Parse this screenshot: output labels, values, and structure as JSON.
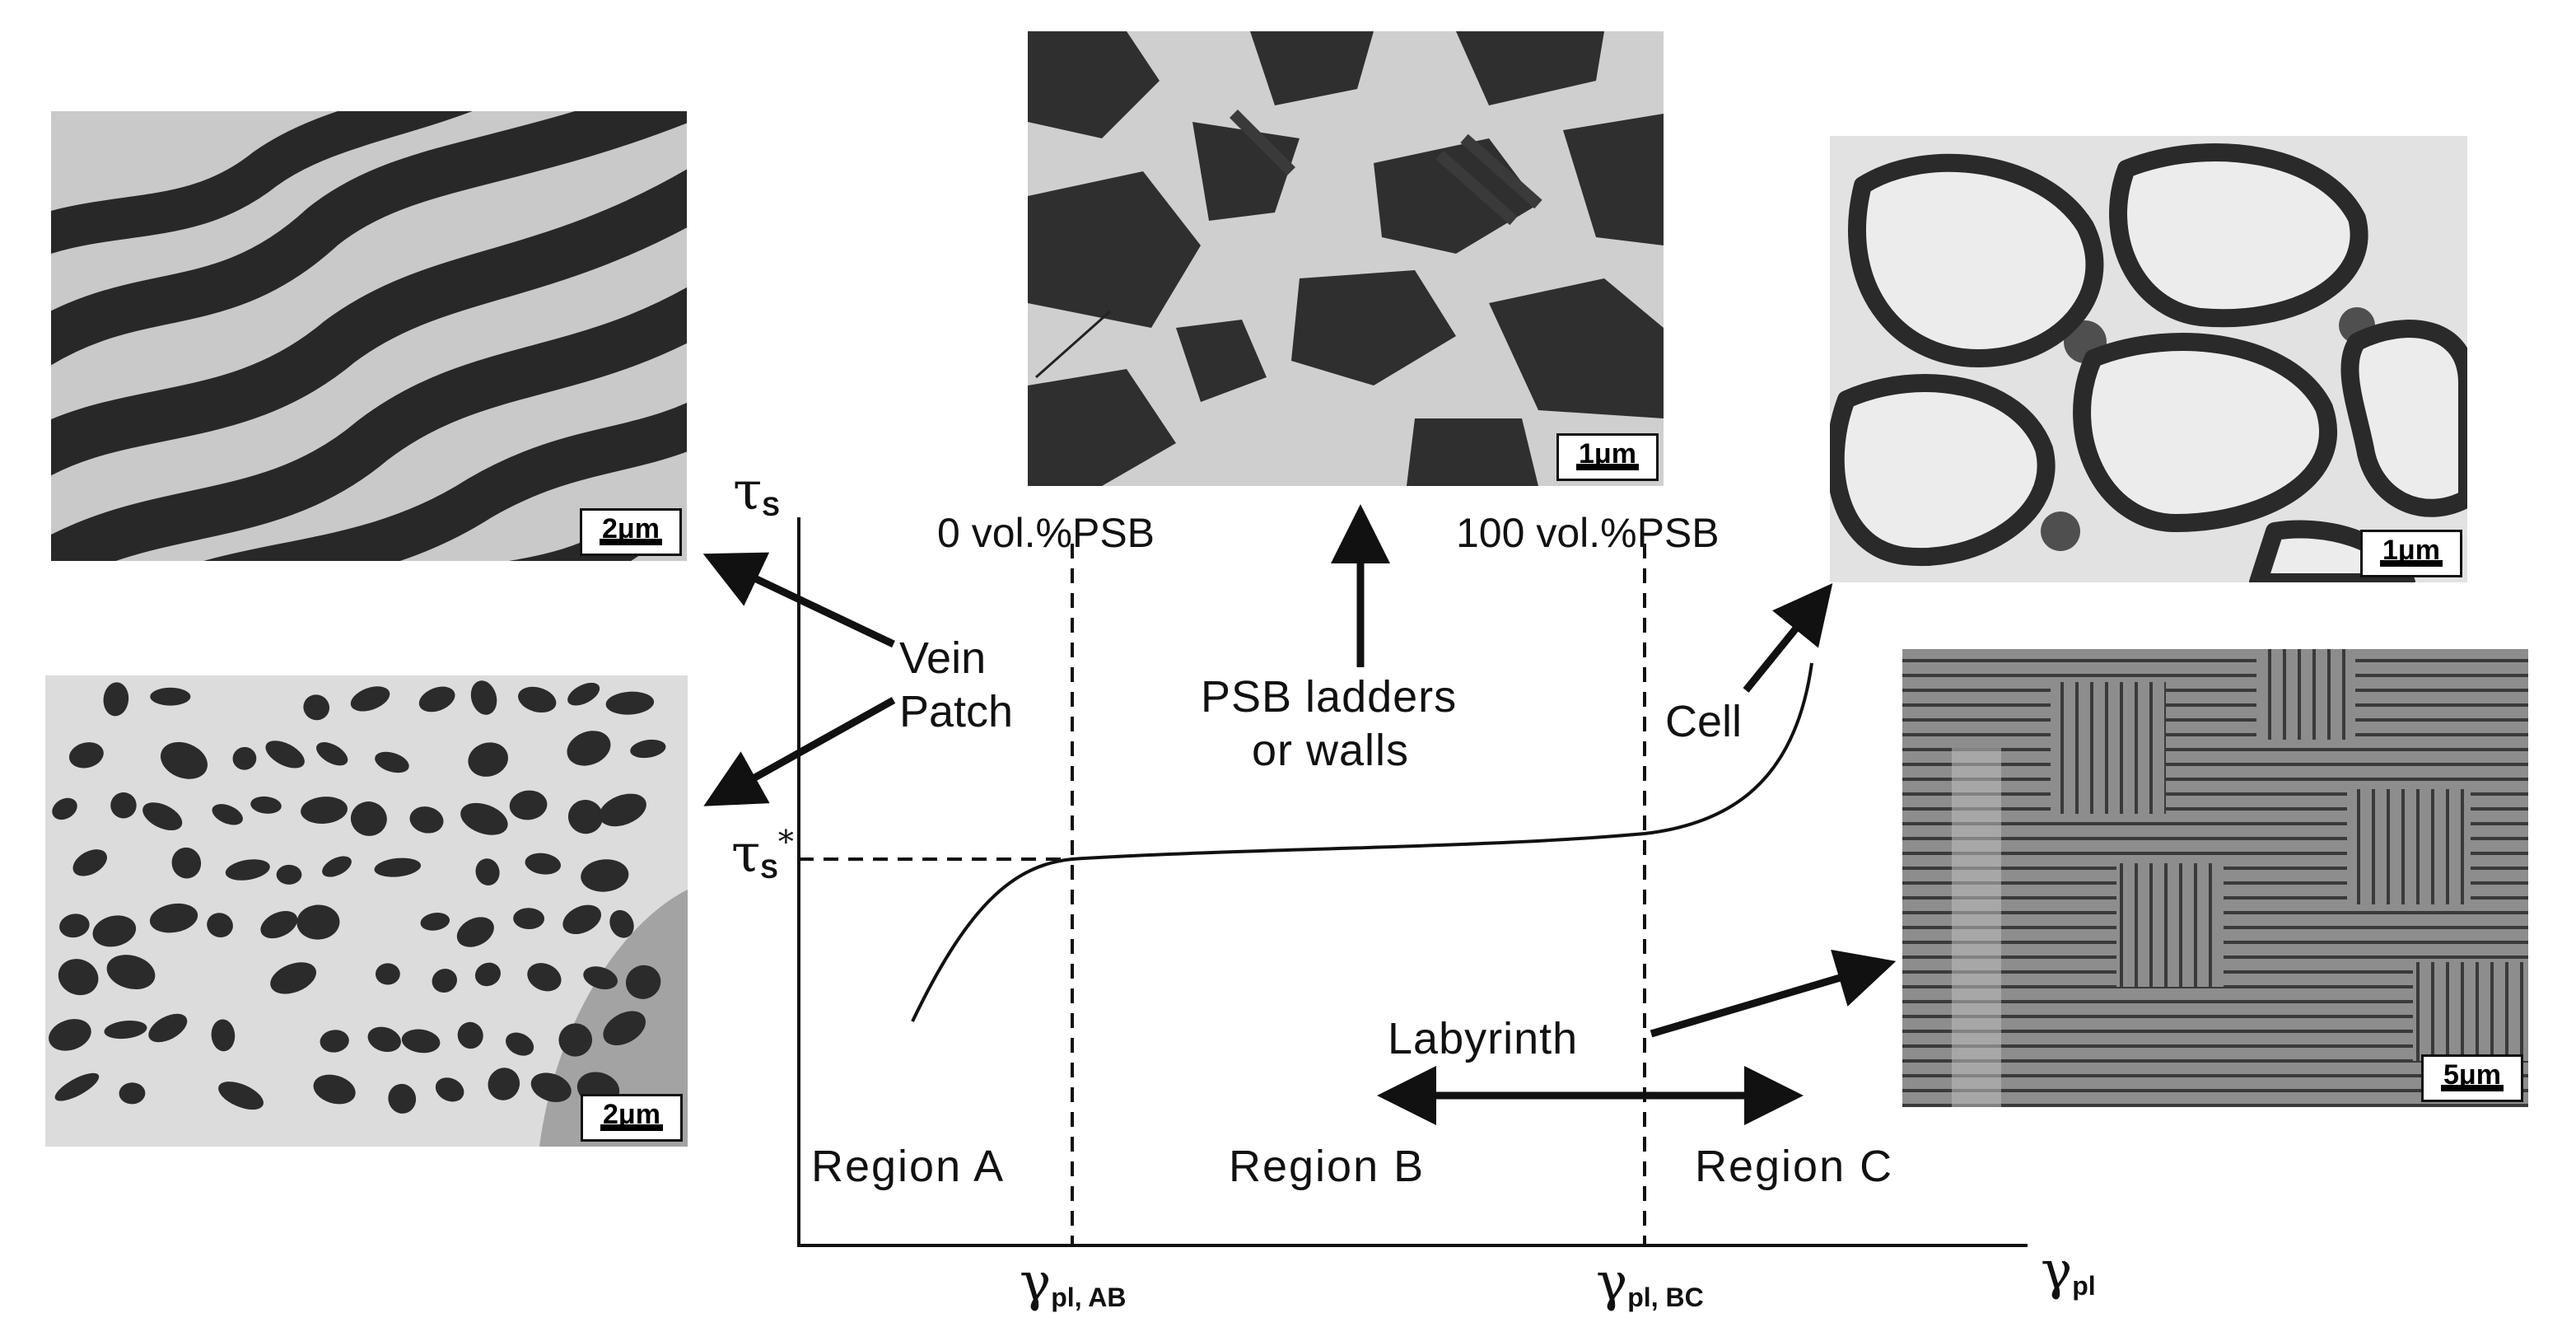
{
  "axes": {
    "y_label_main": "τ",
    "y_label_sub": "S",
    "y_threshold_main": "τ",
    "y_threshold_sub": "S",
    "y_threshold_sup": "*",
    "x_label_main": "γ",
    "x_label_sub": "pl",
    "gamma_ab_main": "γ",
    "gamma_ab_sub": "pl, AB",
    "gamma_bc_main": "γ",
    "gamma_bc_sub": "pl, BC"
  },
  "markers": {
    "psb_0": "0 vol.%PSB",
    "psb_100": "100 vol.%PSB"
  },
  "regions": {
    "a": "Region A",
    "b": "Region B",
    "c": "Region C"
  },
  "labels": {
    "vein": "Vein",
    "patch": "Patch",
    "psb_line1": "PSB ladders",
    "psb_line2": "or walls",
    "cell": "Cell",
    "labyrinth": "Labyrinth"
  },
  "micrographs": {
    "vein": {
      "scale": "2μm"
    },
    "patch": {
      "scale": "2μm"
    },
    "psb": {
      "scale": "1μm"
    },
    "cell": {
      "scale": "1μm"
    },
    "labyrinth": {
      "scale": "5μm"
    }
  },
  "colors": {
    "ink": "#111111",
    "micro_dark": "#2a2a2a",
    "micro_light": "#d8d8d8"
  }
}
